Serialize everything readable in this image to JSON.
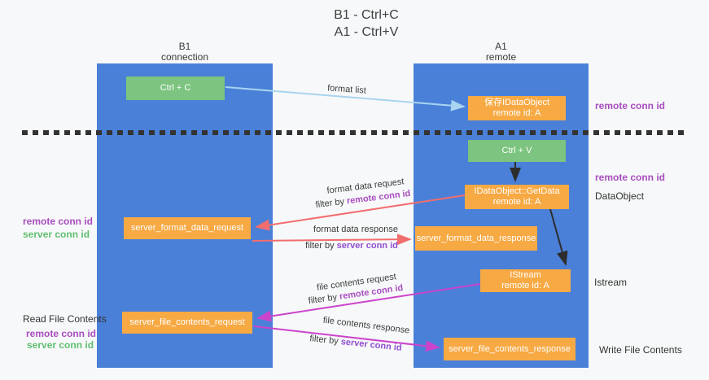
{
  "title": {
    "line1": "B1 - Ctrl+C",
    "line2": "A1 - Ctrl+V"
  },
  "lifelines": {
    "left": {
      "name": "B1",
      "role": "connection"
    },
    "right": {
      "name": "A1",
      "role": "remote"
    }
  },
  "nodes": {
    "ctrl_c": {
      "label": "Ctrl + C"
    },
    "save_idataobject": {
      "line1": "保存IDataObject",
      "line2": "remote id: A"
    },
    "ctrl_v": {
      "label": "Ctrl + V"
    },
    "getdata": {
      "line1": "IDataObject::GetData",
      "line2": "remote id: A"
    },
    "server_format_data_request": {
      "label": "server_format_data_request"
    },
    "server_format_data_response": {
      "label": "server_format_data_response"
    },
    "istream": {
      "line1": "IStream",
      "line2": "remote id: A"
    },
    "server_file_contents_request": {
      "label": "server_file_contents_request"
    },
    "server_file_contents_response": {
      "label": "server_file_contents_response"
    }
  },
  "edge_labels": {
    "format_list": "format list",
    "format_data_request": "format data request",
    "format_data_response": "format data response",
    "file_contents_request": "file contents request",
    "file_contents_response": "file contents response",
    "filter_by": "filter by ",
    "remote_conn_id": "remote conn id",
    "server_conn_id": "server conn id"
  },
  "side_labels": {
    "remote_conn_id": "remote conn id",
    "server_conn_id": "server conn id",
    "dataobject": "DataObject",
    "istream": "Istream",
    "read_file_contents": "Read File Contents",
    "write_file_contents": "Write File Contents"
  },
  "colors": {
    "lifeline_blue": "#4A80D8",
    "box_green": "#7CC47F",
    "box_orange": "#F7A943",
    "arrow_light_blue": "#A8D4F0",
    "arrow_salmon": "#F26D6D",
    "arrow_magenta": "#CC44CC",
    "arrow_black": "#2D2D2D",
    "conn_id_purple": "#A94DC0",
    "conn_id_green": "#5FBF6F"
  }
}
